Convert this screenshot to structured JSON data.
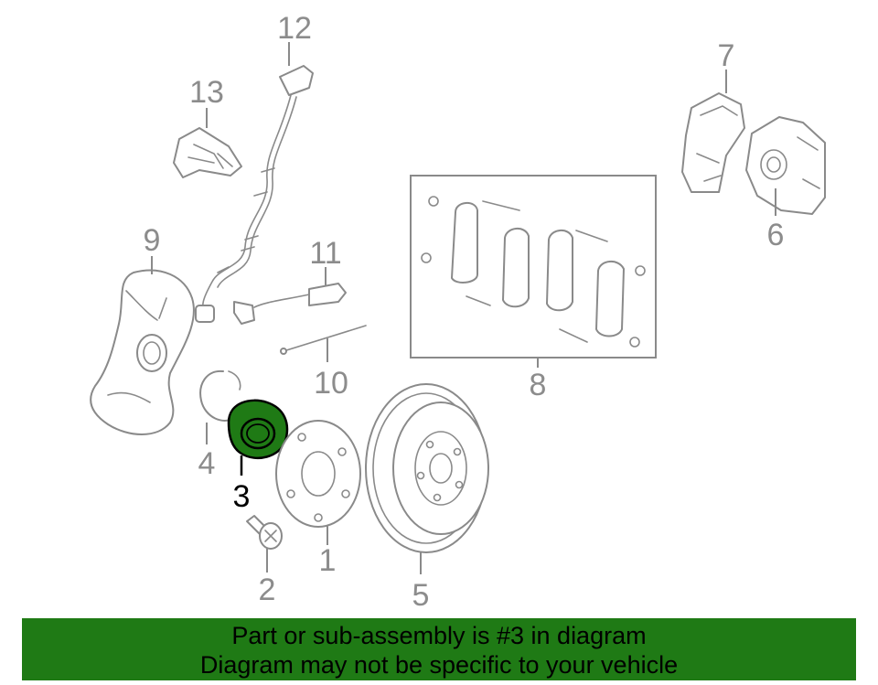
{
  "callouts": [
    {
      "id": "1",
      "label": "1"
    },
    {
      "id": "2",
      "label": "2"
    },
    {
      "id": "3",
      "label": "3"
    },
    {
      "id": "4",
      "label": "4"
    },
    {
      "id": "5",
      "label": "5"
    },
    {
      "id": "6",
      "label": "6"
    },
    {
      "id": "7",
      "label": "7"
    },
    {
      "id": "8",
      "label": "8"
    },
    {
      "id": "9",
      "label": "9"
    },
    {
      "id": "10",
      "label": "10"
    },
    {
      "id": "11",
      "label": "11"
    },
    {
      "id": "12",
      "label": "12"
    },
    {
      "id": "13",
      "label": "13"
    }
  ],
  "highlighted_part": "3",
  "colors": {
    "highlight_fill": "#1f7a15",
    "banner_bg": "#1f7a15",
    "line_gray": "#8a8a8a",
    "text_gray": "#8c8c8c"
  },
  "banner": {
    "line1": "Part or sub-assembly is #3 in diagram",
    "line2": "Diagram may not be specific to your vehicle"
  }
}
